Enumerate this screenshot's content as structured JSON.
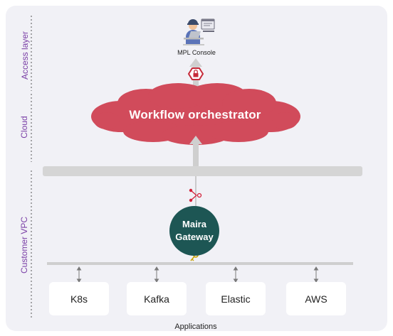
{
  "layers": {
    "access": "Access layer",
    "cloud": "Cloud",
    "customer": "Customer VPC"
  },
  "console": {
    "label": "MPL Console",
    "icon": "user-at-laptop-icon"
  },
  "orchestrator": {
    "title": "Workflow orchestrator",
    "shape": "cloud"
  },
  "gateway": {
    "line1": "Maira",
    "line2": "Gateway"
  },
  "applications": {
    "items": [
      "K8s",
      "Kafka",
      "Elastic",
      "AWS"
    ],
    "label": "Applications"
  },
  "icons": [
    "lock-badge-icon",
    "tool-icon",
    "key-icon"
  ],
  "colors": {
    "background": "#f1f1f6",
    "cloud": "#d14b5b",
    "gateway": "#1d5654",
    "bus": "#d5d5d5",
    "layer_text": "#7a3fa6"
  }
}
